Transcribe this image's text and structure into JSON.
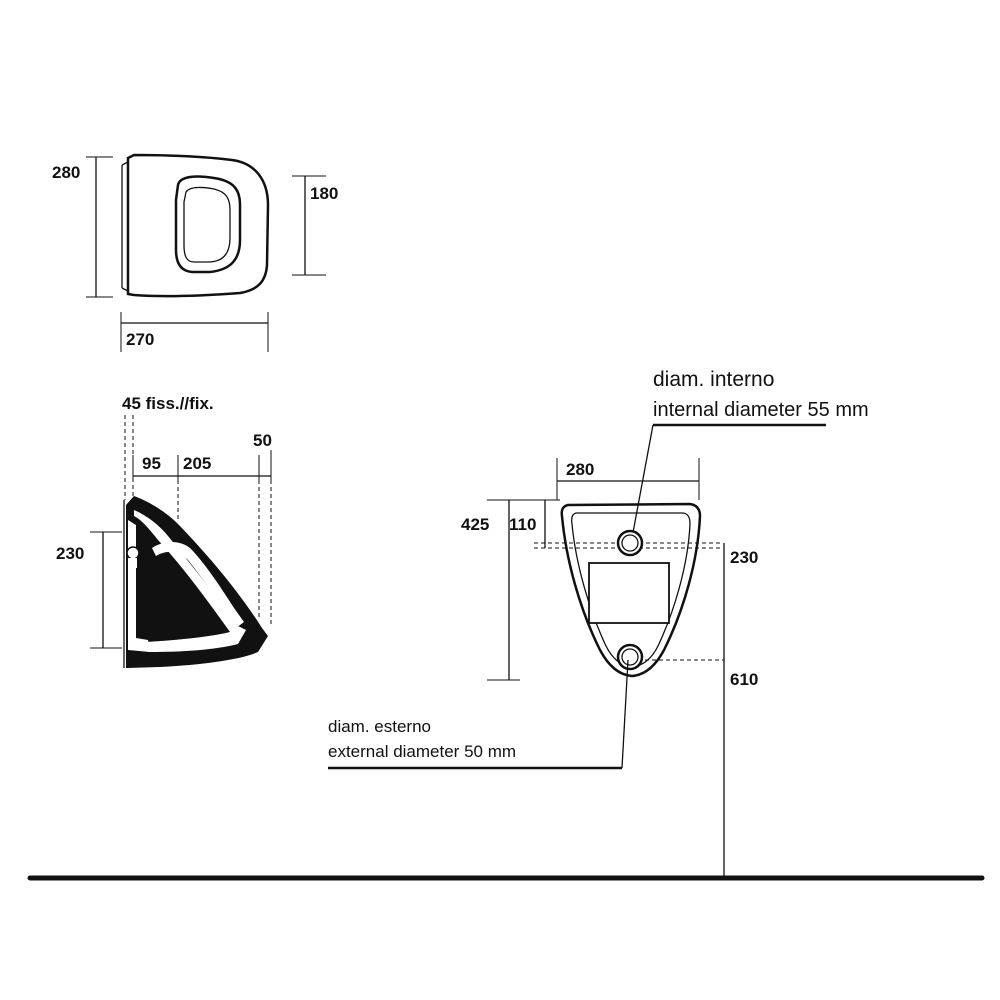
{
  "top_view": {
    "depth": "280",
    "inner_depth": "180",
    "width": "270"
  },
  "side_view": {
    "fixing": "45 fiss.//fix.",
    "offset_a": "95",
    "offset_b": "205",
    "offset_c": "50",
    "height": "230"
  },
  "front_view": {
    "width": "280",
    "height_total": "425",
    "height_inlet": "110",
    "inlet_to_outlet": "230",
    "outlet_height": "610"
  },
  "annotations": {
    "inlet_it": "diam. interno",
    "inlet_en": "internal diameter 55 mm",
    "outlet_it": "diam. esterno",
    "outlet_en": "external diameter 50 mm"
  }
}
